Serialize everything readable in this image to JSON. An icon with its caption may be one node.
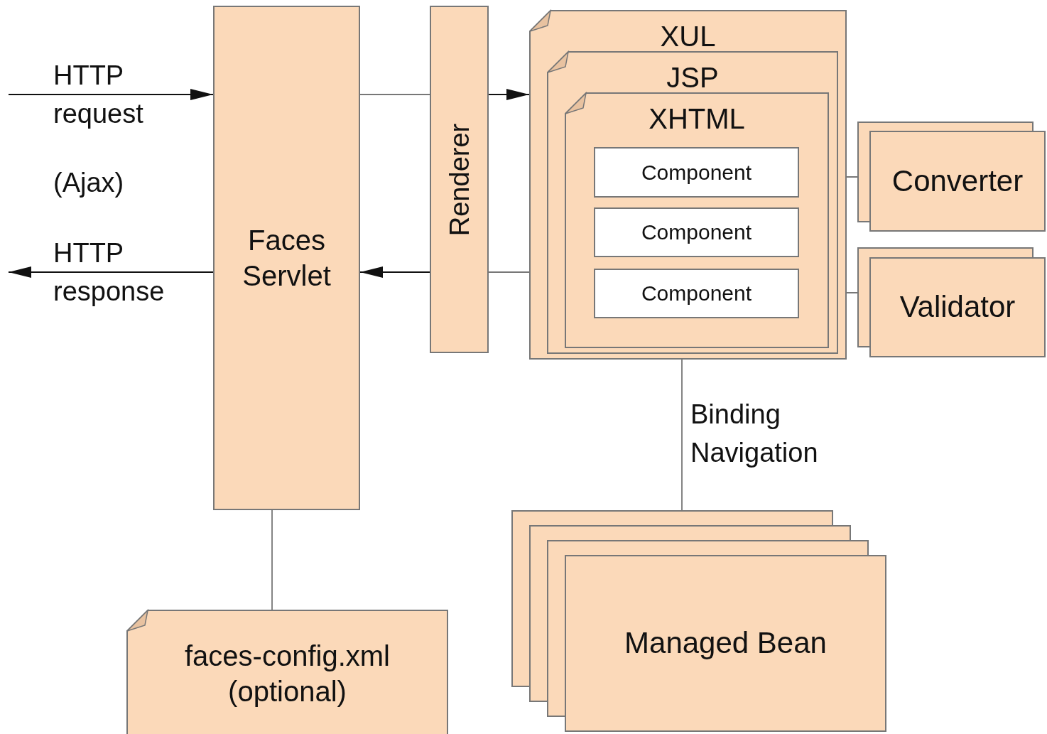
{
  "diagram": {
    "nodes": [
      {
        "text": [
          "Faces Servlet"
        ]
      },
      {
        "text": [
          "Renderer"
        ]
      },
      {
        "text": [
          "XUL"
        ]
      },
      {
        "text": [
          "JSP"
        ],
        "in": 2
      },
      {
        "text": [
          "XHTML"
        ],
        "in": 3
      },
      {
        "text": [
          "Component"
        ],
        "in": 4
      },
      {
        "text": [
          "Component"
        ],
        "in": 4
      },
      {
        "text": [
          "Component"
        ],
        "in": 4
      },
      {
        "text": [
          "Converter"
        ]
      },
      {
        "text": [
          "Validator"
        ]
      },
      {
        "text": [
          "Managed Bean"
        ]
      },
      {
        "text": [
          "faces-config.xml (optional)"
        ]
      }
    ],
    "edges": [
      {
        "from": null,
        "to": 0,
        "arrow": "to",
        "label": "HTTP request",
        "color": "#111111"
      },
      {
        "from": 0,
        "to": null,
        "arrow": "to",
        "label": "HTTP response",
        "color": "#111111"
      },
      {
        "from": 0,
        "to": 1,
        "arrow": "none"
      },
      {
        "from": 1,
        "to": 2,
        "arrow": "to",
        "color": "#111111"
      },
      {
        "from": 3,
        "to": 1,
        "arrow": "none"
      },
      {
        "from": 1,
        "to": 0,
        "arrow": "to",
        "color": "#111111"
      },
      {
        "from": 5,
        "to": 8,
        "arrow": "none"
      },
      {
        "from": 7,
        "to": 9,
        "arrow": "none"
      },
      {
        "from": 4,
        "to": 10,
        "arrow": "none",
        "label": "Binding Navigation"
      },
      {
        "from": 0,
        "to": 11,
        "arrow": "none"
      }
    ],
    "labels": [
      "(Ajax)"
    ]
  }
}
